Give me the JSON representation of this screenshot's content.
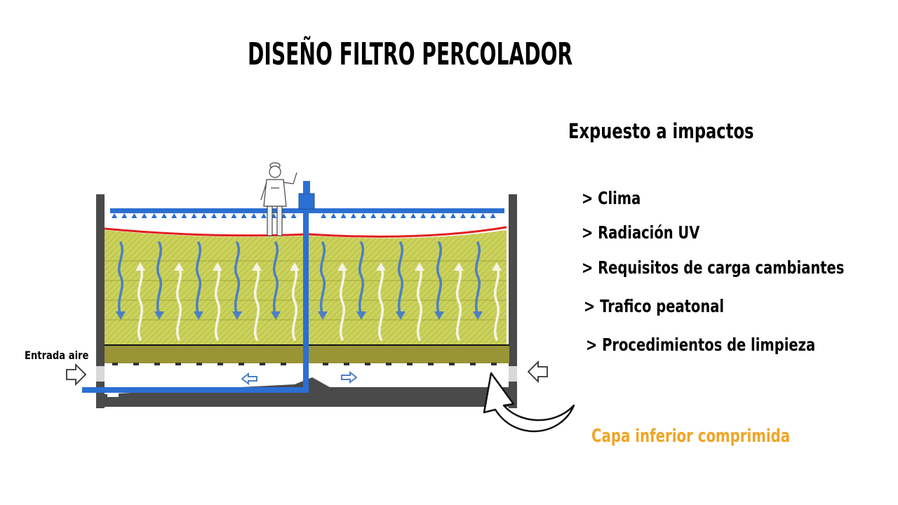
{
  "title": "DISEÑO FILTRO PERCOLADOR",
  "subtitle": "Expuesto a impactos",
  "impacts": [
    "> Clima",
    "> Radiación UV",
    "> Requisitos de carga cambiantes",
    "> Trafico peatonal",
    "> Procedimientos de limpieza"
  ],
  "diagram": {
    "air_inlet_label": "Entrada aire",
    "caption": "Capa inferior comprimida"
  },
  "colors": {
    "media": "#c9d05a",
    "underdrain": "#999436",
    "pipe": "#2b6fd2",
    "wall": "#4a4a4a",
    "surface_line": "#e02020",
    "water_arrow": "#4d7fc4",
    "air_arrow": "#f4f4e8",
    "caption": "#f0a526"
  },
  "icons": [
    "worker-figure-icon",
    "curved-arrow-icon",
    "air-arrow-icon",
    "flow-arrow-icon"
  ]
}
